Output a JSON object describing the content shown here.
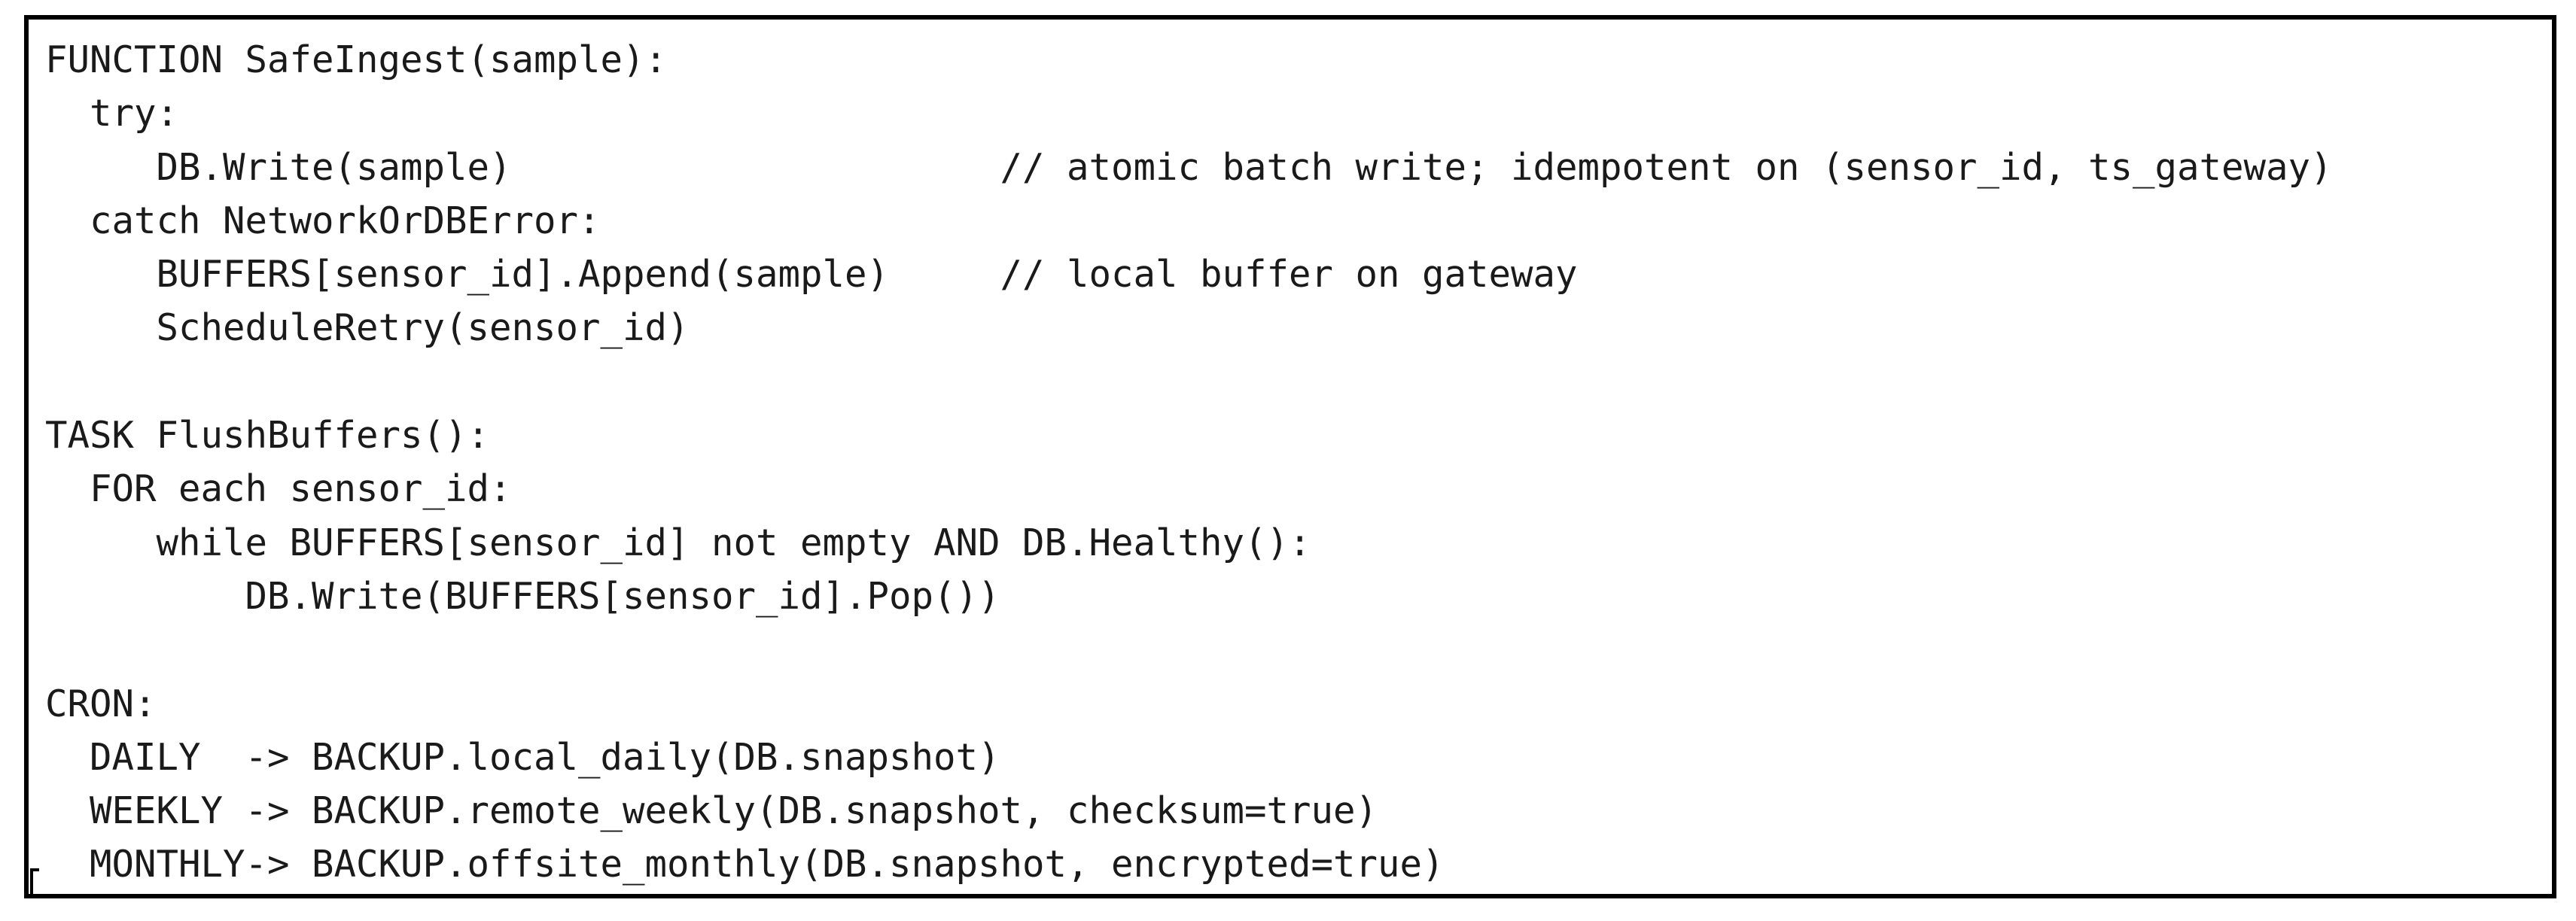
{
  "code": {
    "lines": [
      "FUNCTION SafeIngest(sample):",
      "  try:",
      "     DB.Write(sample)                      // atomic batch write; idempotent on (sensor_id, ts_gateway)",
      "  catch NetworkOrDBError:",
      "     BUFFERS[sensor_id].Append(sample)     // local buffer on gateway",
      "     ScheduleRetry(sensor_id)",
      "",
      "TASK FlushBuffers():",
      "  FOR each sensor_id:",
      "     while BUFFERS[sensor_id] not empty AND DB.Healthy():",
      "         DB.Write(BUFFERS[sensor_id].Pop())",
      "",
      "CRON:",
      "  DAILY  -> BACKUP.local_daily(DB.snapshot)",
      "  WEEKLY -> BACKUP.remote_weekly(DB.snapshot, checksum=true)",
      "  MONTHLY-> BACKUP.offsite_monthly(DB.snapshot, encrypted=true)"
    ]
  }
}
